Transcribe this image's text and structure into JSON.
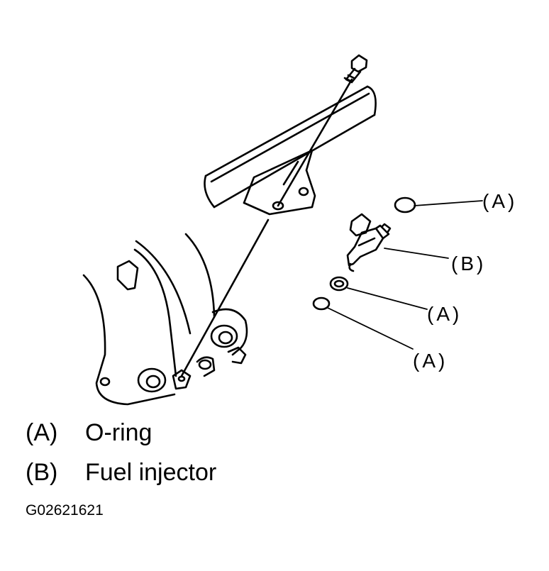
{
  "callouts": {
    "a_top": "(A)",
    "b": "(B)",
    "a_middle": "(A)",
    "a_bottom": "(A)"
  },
  "legend": [
    {
      "key": "(A)",
      "label": "O-ring"
    },
    {
      "key": "(B)",
      "label": "Fuel injector"
    }
  ],
  "figure_id": "G02621621"
}
